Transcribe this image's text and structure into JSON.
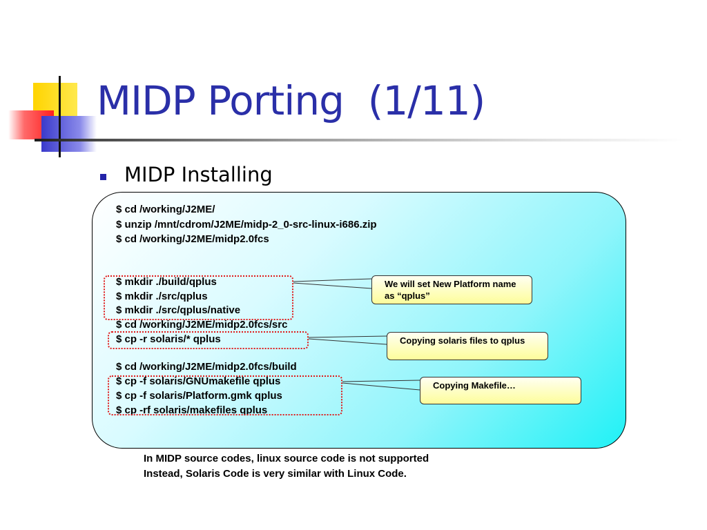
{
  "slide": {
    "title": "MIDP Porting  (1/11)",
    "bullet": "MIDP Installing"
  },
  "code_lines": [
    "$ cd /working/J2ME/",
    "$ unzip /mnt/cdrom/J2ME/midp-2_0-src-linux-i686.zip",
    "$ cd /working/J2ME/midp2.0fcs",
    "$ mkdir ./build/qplus",
    "$ mkdir ./src/qplus",
    "$ mkdir ./src/qplus/native",
    "$ cd /working/J2ME/midp2.0fcs/src",
    "$ cp -r solaris/* qplus",
    "$ cd /working/J2ME/midp2.0fcs/build",
    "$ cp -f solaris/GNUmakefile qplus",
    "$ cp -f solaris/Platform.gmk qplus",
    "$ cp -rf solaris/makefiles qplus"
  ],
  "callouts": [
    "We will set New Platform name as “qplus”",
    "Copying solaris files to qplus",
    "Copying Makefile…"
  ],
  "note_lines": [
    "In MIDP source codes, linux source code is not supported",
    "Instead, Solaris Code is very similar with Linux Code."
  ],
  "colors": {
    "title": "#2a2fa8",
    "bullet": "#2323a8",
    "dotted_border": "#e01818",
    "callout_fill": "#fdfd9a",
    "box_gradient_end": "#1ff1f6"
  }
}
